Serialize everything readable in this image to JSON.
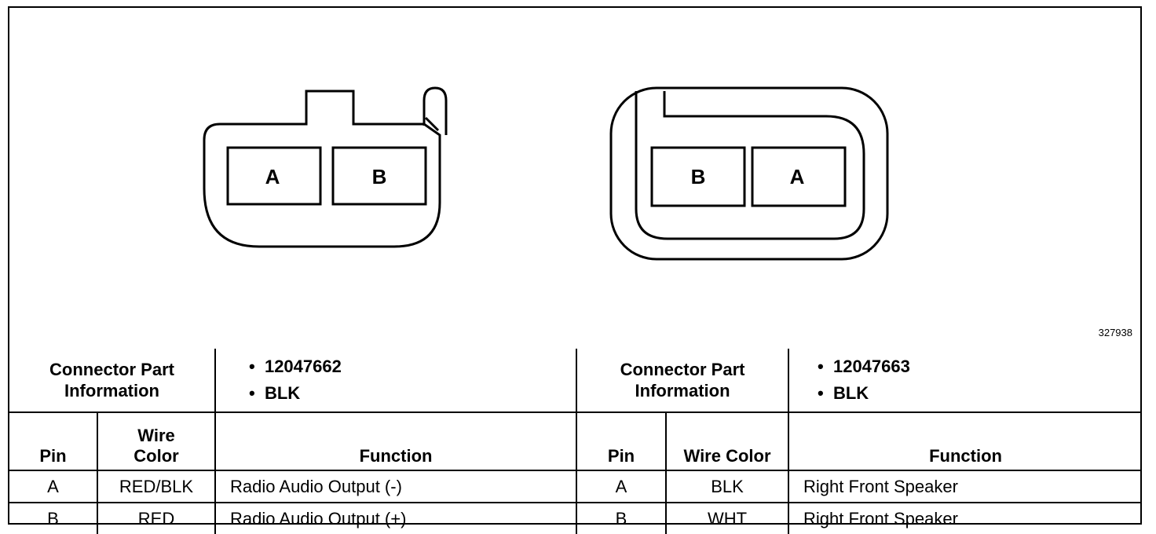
{
  "figure": {
    "number": "327938",
    "connector_left": {
      "cavities": [
        "A",
        "B"
      ]
    },
    "connector_right": {
      "cavities": [
        "B",
        "A"
      ]
    }
  },
  "table": {
    "left": {
      "info_label": "Connector Part Information",
      "part_items": [
        "12047662",
        "BLK"
      ],
      "headers": {
        "pin": "Pin",
        "wire_color": "Wire Color",
        "function": "Function"
      },
      "rows": [
        {
          "pin": "A",
          "wire_color": "RED/BLK",
          "function": "Radio Audio Output (-)"
        },
        {
          "pin": "B",
          "wire_color": "RED",
          "function": "Radio Audio Output (+)"
        }
      ]
    },
    "right": {
      "info_label": "Connector Part Information",
      "part_items": [
        "12047663",
        "BLK"
      ],
      "headers": {
        "pin": "Pin",
        "wire_color": "Wire Color",
        "function": "Function"
      },
      "rows": [
        {
          "pin": "A",
          "wire_color": "BLK",
          "function": "Right Front Speaker"
        },
        {
          "pin": "B",
          "wire_color": "WHT",
          "function": "Right Front Speaker"
        }
      ]
    }
  }
}
